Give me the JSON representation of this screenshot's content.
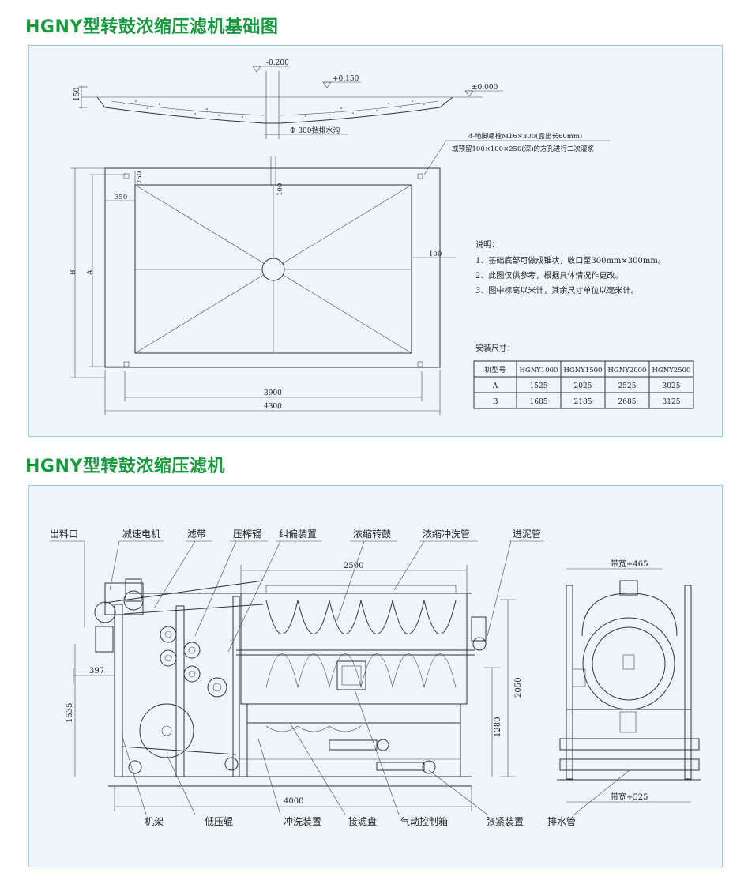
{
  "titles": {
    "foundation": "HGNY型转鼓浓缩压滤机基础图",
    "machine": "HGNY型转鼓浓缩压滤机"
  },
  "section": {
    "level_top": "-0.200",
    "level_mid": "+0.150",
    "level_right": "±0.000",
    "depth": "150",
    "drain": "Φ 300挡排水沟",
    "bolt_note_1": "4-地脚螺栓M16×300(露出长60mm)",
    "bolt_note_2": "或预留100×100×250(深)的方孔进行二次灌浆"
  },
  "plan": {
    "dim_250": "250",
    "dim_350": "350",
    "dim_100_top": "100",
    "dim_100_right": "100",
    "dim_b": "B",
    "dim_a": "A",
    "dim_3900": "3900",
    "dim_4300": "4300"
  },
  "notes": {
    "heading": "说明：",
    "items": [
      "1、基础底部可做成锥状，收口至300mm×300mm。",
      "2、此图仅供参考，根据具体情况作更改。",
      "3、图中标高以米计，其余尺寸单位以毫米计。"
    ]
  },
  "install_table": {
    "caption": "安装尺寸：",
    "headers": [
      "机型号",
      "HGNY1000",
      "HGNY1500",
      "HGNY2000",
      "HGNY2500"
    ],
    "rows": [
      [
        "A",
        "1525",
        "2025",
        "2525",
        "3025"
      ],
      [
        "B",
        "1685",
        "2185",
        "2685",
        "3125"
      ]
    ]
  },
  "machine": {
    "top_labels": [
      "出料口",
      "减速电机",
      "滤带",
      "压榨辊",
      "纠偏装置",
      "浓缩转鼓",
      "浓缩冲洗管",
      "进泥管"
    ],
    "bottom_labels": [
      "机架",
      "低压辊",
      "冲洗装置",
      "接滤盘",
      "气动控制箱",
      "张紧装置",
      "排水管"
    ],
    "dims": {
      "d2500": "2500",
      "d397": "397",
      "d1535": "1535",
      "d2050": "2050",
      "d1280": "1280",
      "d4000": "4000",
      "belt_top": "带宽+465",
      "belt_bottom": "带宽+525"
    }
  }
}
